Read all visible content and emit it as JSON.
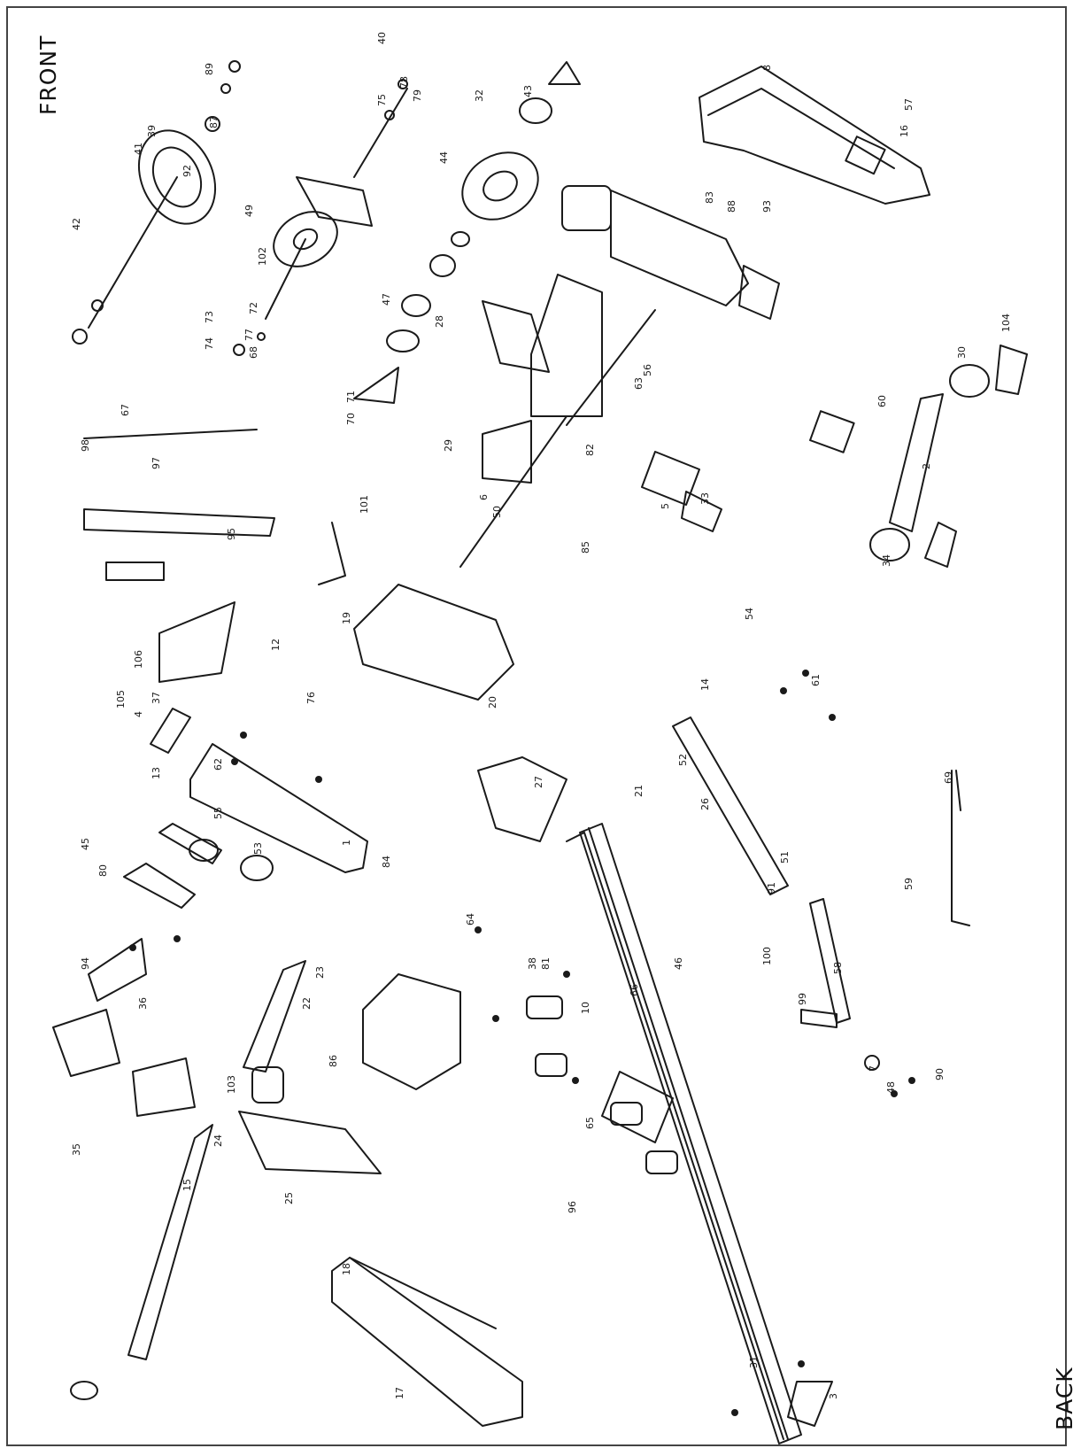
{
  "orientation": {
    "top": "FRONT",
    "bottom": "BACK"
  },
  "colors": {
    "ink": "#1a1a1a",
    "paper": "#ffffff",
    "frame": "#444444"
  },
  "part_numbers": [
    "1",
    "2",
    "3",
    "4",
    "5",
    "6",
    "7",
    "8",
    "10",
    "12",
    "13",
    "14",
    "15",
    "16",
    "17",
    "18",
    "19",
    "20",
    "21",
    "22",
    "23",
    "24",
    "25",
    "26",
    "27",
    "28",
    "29",
    "30",
    "31",
    "32",
    "33",
    "34",
    "35",
    "36",
    "37",
    "38",
    "39",
    "40",
    "41",
    "42",
    "43",
    "44",
    "45",
    "46",
    "47",
    "48",
    "49",
    "50",
    "51",
    "52",
    "53",
    "54",
    "55",
    "56",
    "57",
    "58",
    "59",
    "60",
    "61",
    "62",
    "63",
    "64",
    "65",
    "66",
    "67",
    "68",
    "69",
    "70",
    "71",
    "72",
    "73",
    "74",
    "75",
    "76",
    "77",
    "78",
    "79",
    "80",
    "81",
    "82",
    "83",
    "84",
    "85",
    "86",
    "87",
    "88",
    "89",
    "90",
    "91",
    "92",
    "93",
    "94",
    "95",
    "96",
    "97",
    "98",
    "99",
    "100",
    "101",
    "102",
    "103",
    "104",
    "105",
    "106"
  ]
}
